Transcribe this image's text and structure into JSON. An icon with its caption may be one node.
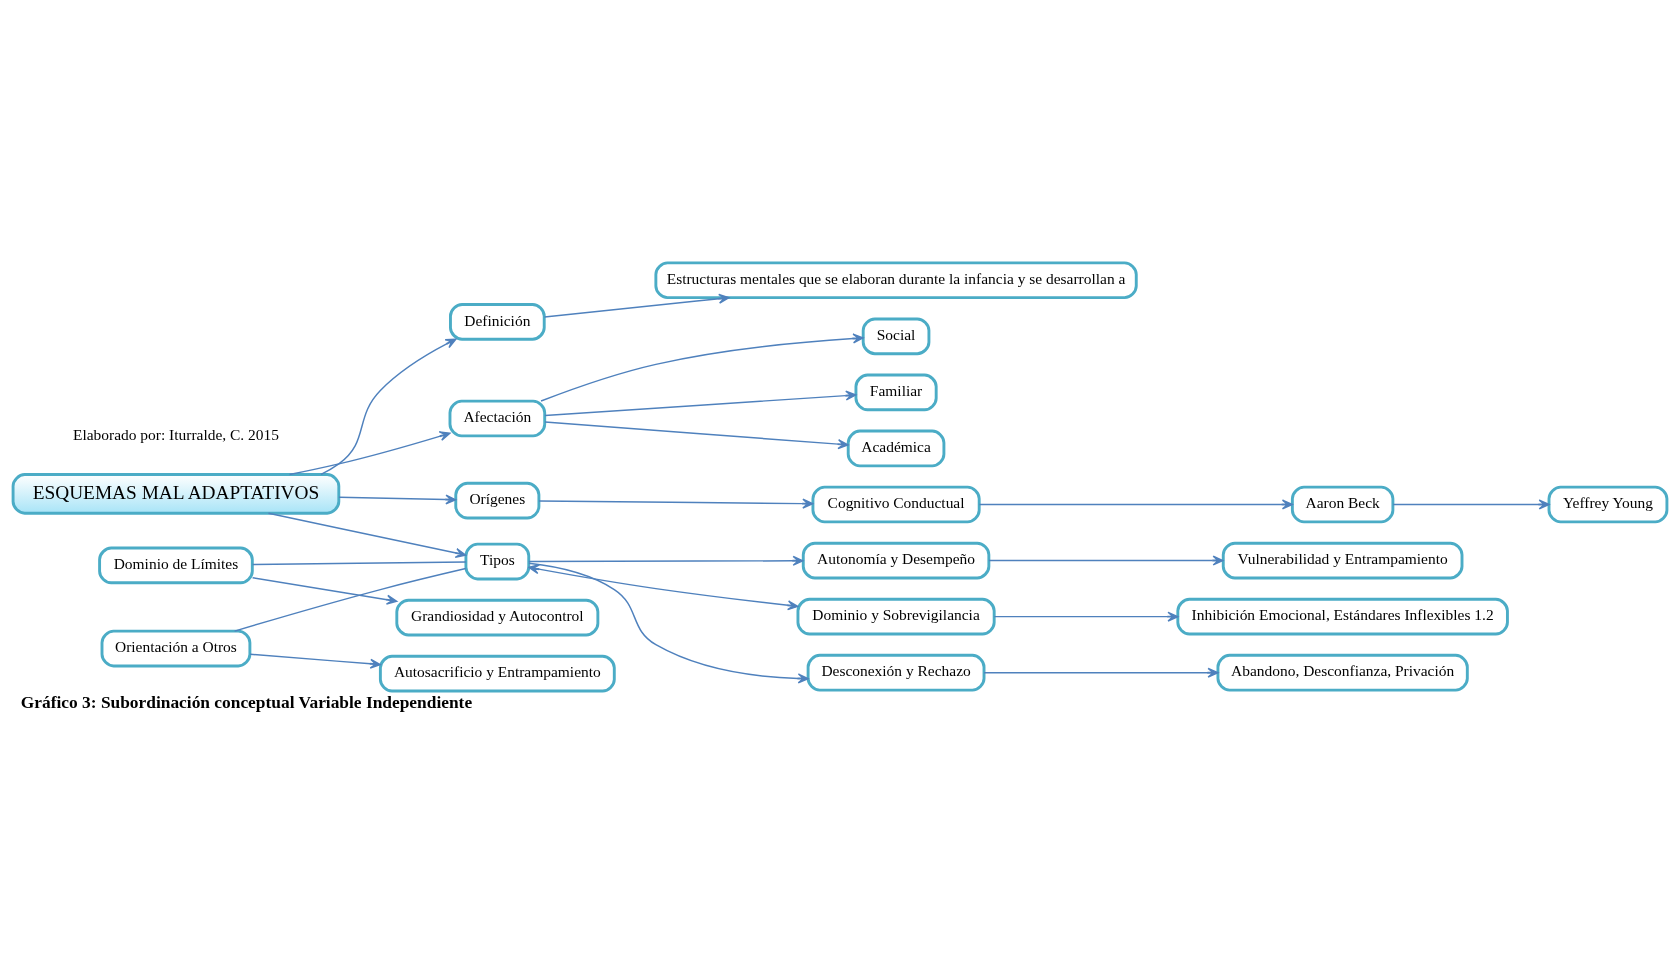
{
  "diagram": {
    "caption": "Gráfico 3: Subordinación conceptual Variable Independiente",
    "nodes": [
      {
        "text": [
          "Estructuras mentales que se elaboran durante la infancia y se desarrollan a"
        ]
      },
      {
        "text": [
          "Definición"
        ]
      },
      {
        "text": [
          "ESQUEMAS MAL ADAPTATIVOS"
        ]
      },
      {
        "text": [
          "Tipos"
        ]
      },
      {
        "text": [
          "Desconexión y Rechazo"
        ]
      },
      {
        "text": [
          "Abandono, Desconfianza, Privación"
        ]
      },
      {
        "text": [
          "Autonomía y Desempeño"
        ]
      },
      {
        "text": [
          "Vulnerabilidad y Entrampamiento"
        ]
      },
      {
        "text": [
          "Dominio de Límites"
        ]
      },
      {
        "text": [
          "Grandiosidad y Autocontrol"
        ]
      },
      {
        "text": [
          "Orientación a Otros"
        ]
      },
      {
        "text": [
          "Autosacrificio y Entrampamiento"
        ]
      },
      {
        "text": [
          "Dominio y Sobrevigilancia"
        ]
      },
      {
        "text": [
          "Inhibición Emocional, Estándares Inflexibles 1.2"
        ]
      },
      {
        "text": [
          "Afectación"
        ]
      },
      {
        "text": [
          "Social"
        ]
      },
      {
        "text": [
          "Familiar"
        ]
      },
      {
        "text": [
          "Académica"
        ]
      },
      {
        "text": [
          "Orígenes"
        ]
      },
      {
        "text": [
          "Cognitivo Conductual"
        ]
      },
      {
        "text": [
          "Aaron Beck"
        ]
      },
      {
        "text": [
          "Yeffrey Young"
        ]
      }
    ],
    "edges": [
      {
        "from": 2,
        "to": 1,
        "arrow": "to"
      },
      {
        "from": 1,
        "to": 0,
        "arrow": "to"
      },
      {
        "from": 2,
        "to": 3,
        "arrow": "to"
      },
      {
        "from": 3,
        "to": 4,
        "arrow": "to"
      },
      {
        "from": 3,
        "to": 6,
        "arrow": "to"
      },
      {
        "from": 8,
        "to": 3,
        "arrow": "none"
      },
      {
        "from": 10,
        "to": 3,
        "arrow": "none"
      },
      {
        "from": 3,
        "to": 12,
        "arrow": "both"
      },
      {
        "from": 4,
        "to": 5,
        "arrow": "to"
      },
      {
        "from": 6,
        "to": 7,
        "arrow": "to"
      },
      {
        "from": 8,
        "to": 9,
        "arrow": "to"
      },
      {
        "from": 10,
        "to": 11,
        "arrow": "to"
      },
      {
        "from": 12,
        "to": 13,
        "arrow": "to"
      },
      {
        "from": 2,
        "to": 14,
        "arrow": "to"
      },
      {
        "from": 14,
        "to": 15,
        "arrow": "to"
      },
      {
        "from": 14,
        "to": 16,
        "arrow": "to"
      },
      {
        "from": 14,
        "to": 17,
        "arrow": "to"
      },
      {
        "from": 2,
        "to": 18,
        "arrow": "to"
      },
      {
        "from": 18,
        "to": 19,
        "arrow": "to"
      },
      {
        "from": 19,
        "to": 20,
        "arrow": "to"
      },
      {
        "from": 20,
        "to": 21,
        "arrow": "to"
      }
    ],
    "labels": [
      "Elaborado por: Iturralde, C. 2015"
    ]
  }
}
